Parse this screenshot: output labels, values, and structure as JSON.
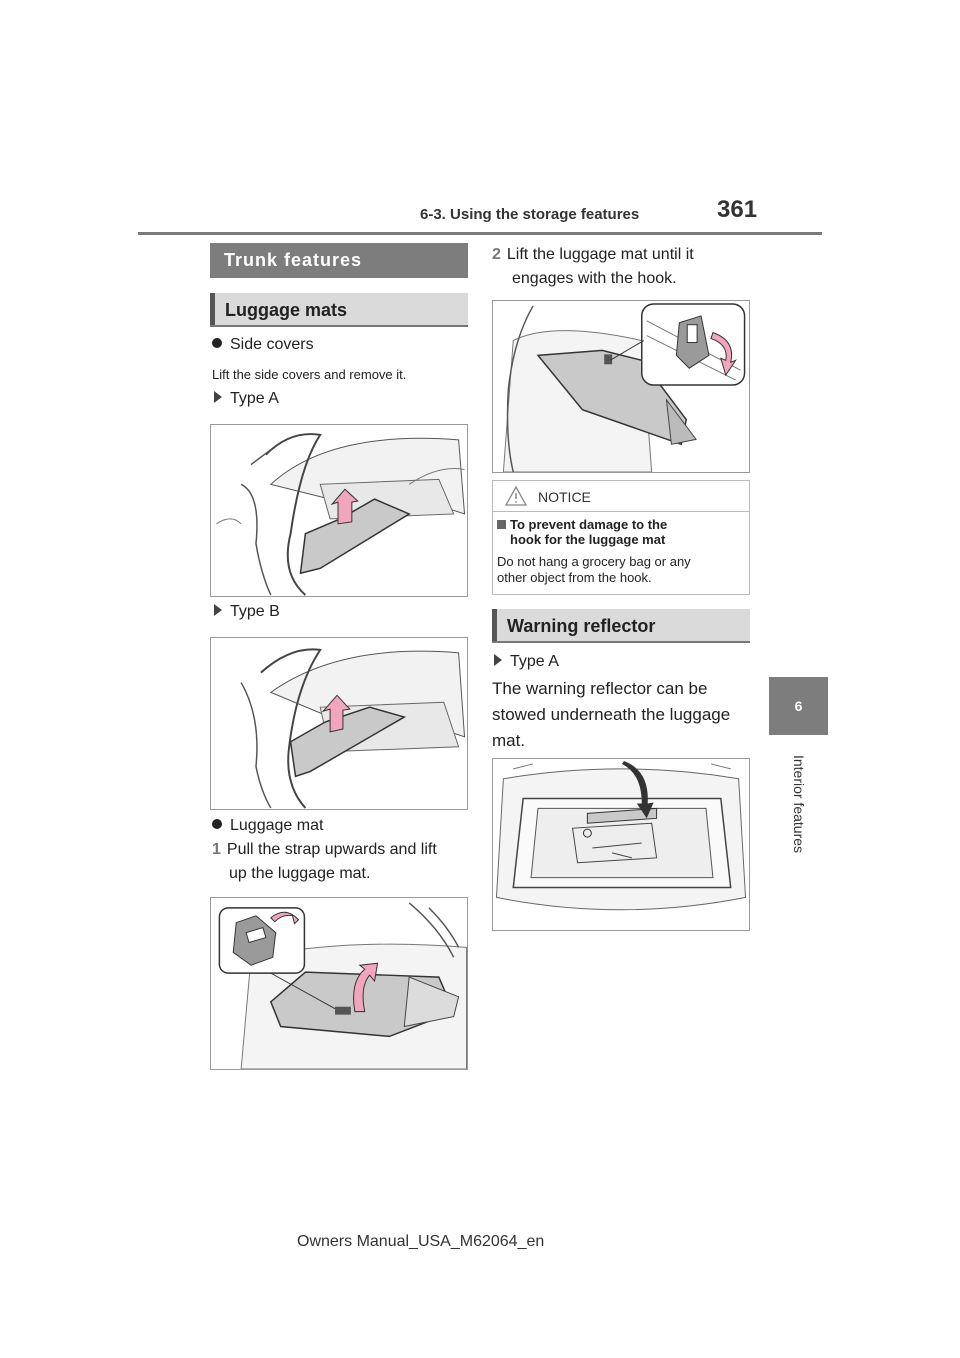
{
  "header": {
    "section": "6-3. Using the storage features",
    "page_number": "361"
  },
  "side_tab": {
    "chapter_number": "6",
    "chapter_title": "Interior features"
  },
  "left": {
    "section_title": "Trunk features",
    "subsection_title": "Luggage mats",
    "bullet1": "Side covers",
    "instruction1": "Lift the side covers and remove it.",
    "type_a": "Type A",
    "type_b": "Type B",
    "bullet2": "Luggage mat",
    "step1_num": "1",
    "step1_line1": "Pull the strap upwards and lift",
    "step1_line2": "up the luggage mat."
  },
  "right": {
    "step2_num": "2",
    "step2_line1": "Lift the luggage mat until it",
    "step2_line2": "engages with the hook.",
    "notice": {
      "label": "NOTICE",
      "heading_line1": "To prevent damage to the",
      "heading_line2": "hook for the luggage mat",
      "body_line1": "Do not hang a grocery bag or any",
      "body_line2": "other object from the hook."
    },
    "subsection_title": "Warning reflector",
    "type_a": "Type A",
    "text_line1": "The warning reflector can be",
    "text_line2": "stowed underneath the luggage",
    "text_line3": "mat."
  },
  "footer": {
    "manual_id": "Owners Manual_USA_M62064_en"
  },
  "colors": {
    "section_bar": "#7d7d7d",
    "subsection_bar": "#dadada",
    "arrow_pink": "#f2a6bd",
    "mat_gray": "#c9c9c9"
  }
}
